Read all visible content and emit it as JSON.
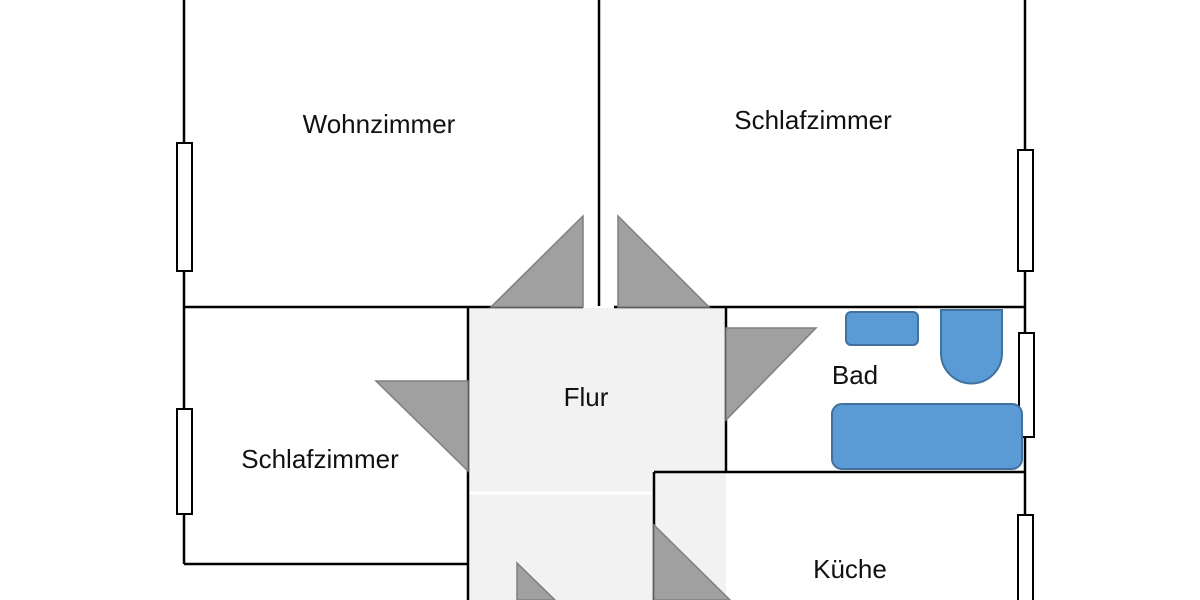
{
  "rooms": {
    "wohnzimmer": "Wohnzimmer",
    "schlafzimmer_top": "Schlafzimmer",
    "schlafzimmer_left": "Schlafzimmer",
    "flur": "Flur",
    "bad": "Bad",
    "kueche": "Küche"
  },
  "colors": {
    "wall": "#000000",
    "floor_flur": "#f2f2f2",
    "door_swing": "#a0a0a0",
    "door_stroke": "#7f7f7f",
    "fixture": "#5b9bd5",
    "fixture_stroke": "#41719c"
  }
}
